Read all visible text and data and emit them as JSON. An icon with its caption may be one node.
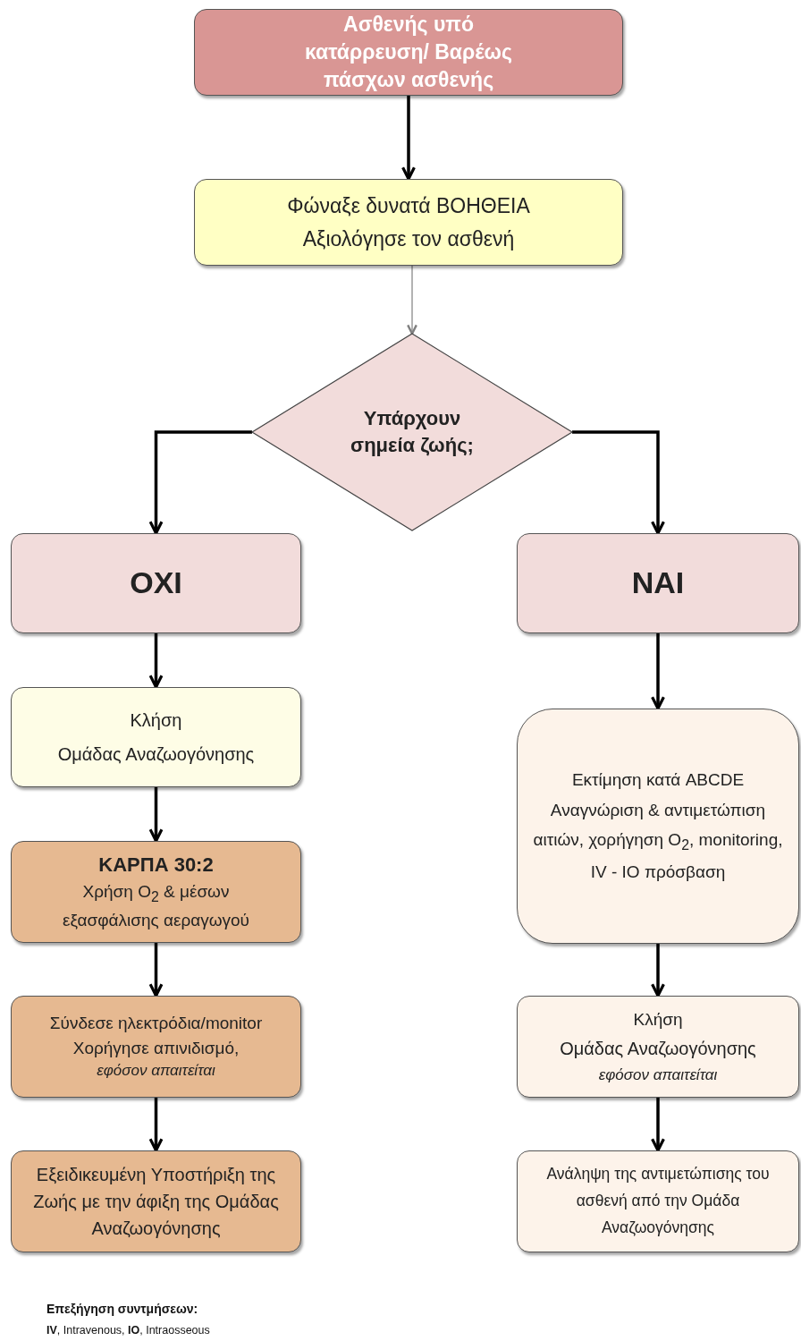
{
  "diagram": {
    "nodes": [
      {
        "text": [
          "Ασθενής υπό κατάρρευση/ Βαρέως πάσχων ασθενής"
        ]
      },
      {
        "text": [
          "Φώναξε δυνατά ΒΟΗΘΕΙΑ",
          "Αξιολόγησε τον ασθενή"
        ]
      },
      {
        "text": [
          "Υπάρχουν σημεία ζωής;"
        ]
      },
      {
        "text": [
          "ΟΧΙ"
        ]
      },
      {
        "text": [
          "ΝΑΙ"
        ]
      },
      {
        "text": [
          "Κλήση",
          "Ομάδας Αναζωογόνησης"
        ]
      },
      {
        "text": [
          "ΚΑΡΠΑ 30:2",
          "Χρήση O$_{2}$ & μέσων εξασφάλισης αεραγωγού"
        ]
      },
      {
        "text": [
          "Σύνδεσε ηλεκτρόδια/monitor Χορήγησε απινιδισμό,",
          "εφόσον απαιτείται"
        ]
      },
      {
        "text": [
          "Εξειδικευμένη Υποστήριξη της Ζωής με την άφιξη της Ομάδας Αναζωογόνησης"
        ]
      },
      {
        "text": [
          "Εκτίμηση κατά ABCDE",
          "Αναγνώριση & αντιμετώπιση αιτιών, χορήγηση O$_{2}$, monitoring, IV - IO πρόσβαση"
        ]
      },
      {
        "text": [
          "Κλήση",
          "Ομάδας Αναζωογόνησης",
          "εφόσον απαιτείται"
        ]
      },
      {
        "text": [
          "Ανάληψη της αντιμετώπισης του ασθενή από την Ομάδα Αναζωογόνησης"
        ]
      }
    ],
    "edges": [
      {
        "from": 0,
        "to": 1,
        "arrow": "to"
      },
      {
        "from": 1,
        "to": 2,
        "arrow": "to",
        "color": "#808080"
      },
      {
        "from": 2,
        "to": 3,
        "arrow": "to"
      },
      {
        "from": 2,
        "to": 4,
        "arrow": "to"
      },
      {
        "from": 3,
        "to": 5,
        "arrow": "to"
      },
      {
        "from": 5,
        "to": 6,
        "arrow": "to"
      },
      {
        "from": 6,
        "to": 7,
        "arrow": "to"
      },
      {
        "from": 7,
        "to": 8,
        "arrow": "to"
      },
      {
        "from": 4,
        "to": 9,
        "arrow": "to"
      },
      {
        "from": 9,
        "to": 10,
        "arrow": "to"
      },
      {
        "from": 10,
        "to": 11,
        "arrow": "to"
      }
    ],
    "labels": [
      "Επεξήγηση συντμήσεων:",
      "**IV**, Intravenous, **IO**, Intraosseous"
    ]
  }
}
